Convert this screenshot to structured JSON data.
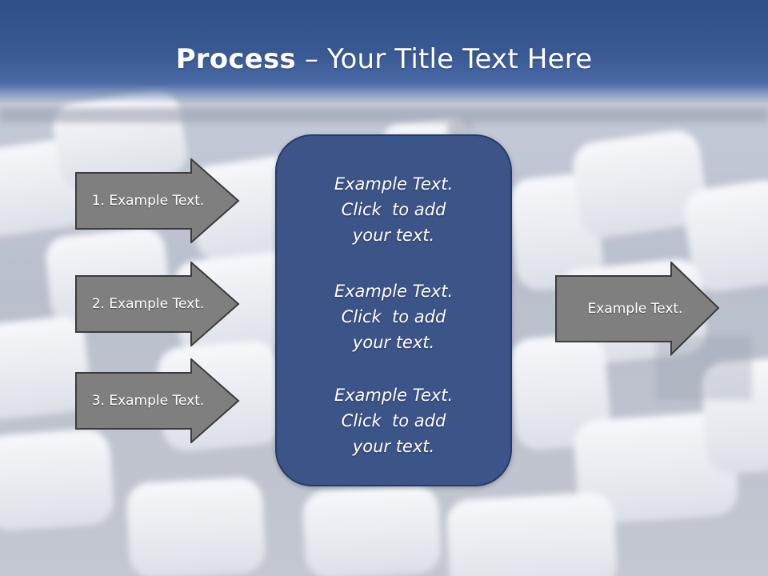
{
  "slide": {
    "title_bold": "Process",
    "title_rest": " – Your Title Text Here"
  },
  "inputs": [
    {
      "label": "1. Example Text."
    },
    {
      "label": "2. Example Text."
    },
    {
      "label": "3. Example Text."
    }
  ],
  "center_box": {
    "paragraphs": [
      {
        "line1": "Example Text.",
        "line2": "Click  to add",
        "line3": "your text."
      },
      {
        "line1": "Example Text.",
        "line2": "Click  to add",
        "line3": "your text."
      },
      {
        "line1": "Example Text.",
        "line2": "Click  to add",
        "line3": "your text."
      }
    ]
  },
  "output": {
    "label": "Example Text."
  },
  "colors": {
    "title_bar": "#3a5a95",
    "center_box_fill": "#3d5489",
    "arrow_fill": "#7f7f7f",
    "arrow_stroke": "#3b3b3b"
  }
}
